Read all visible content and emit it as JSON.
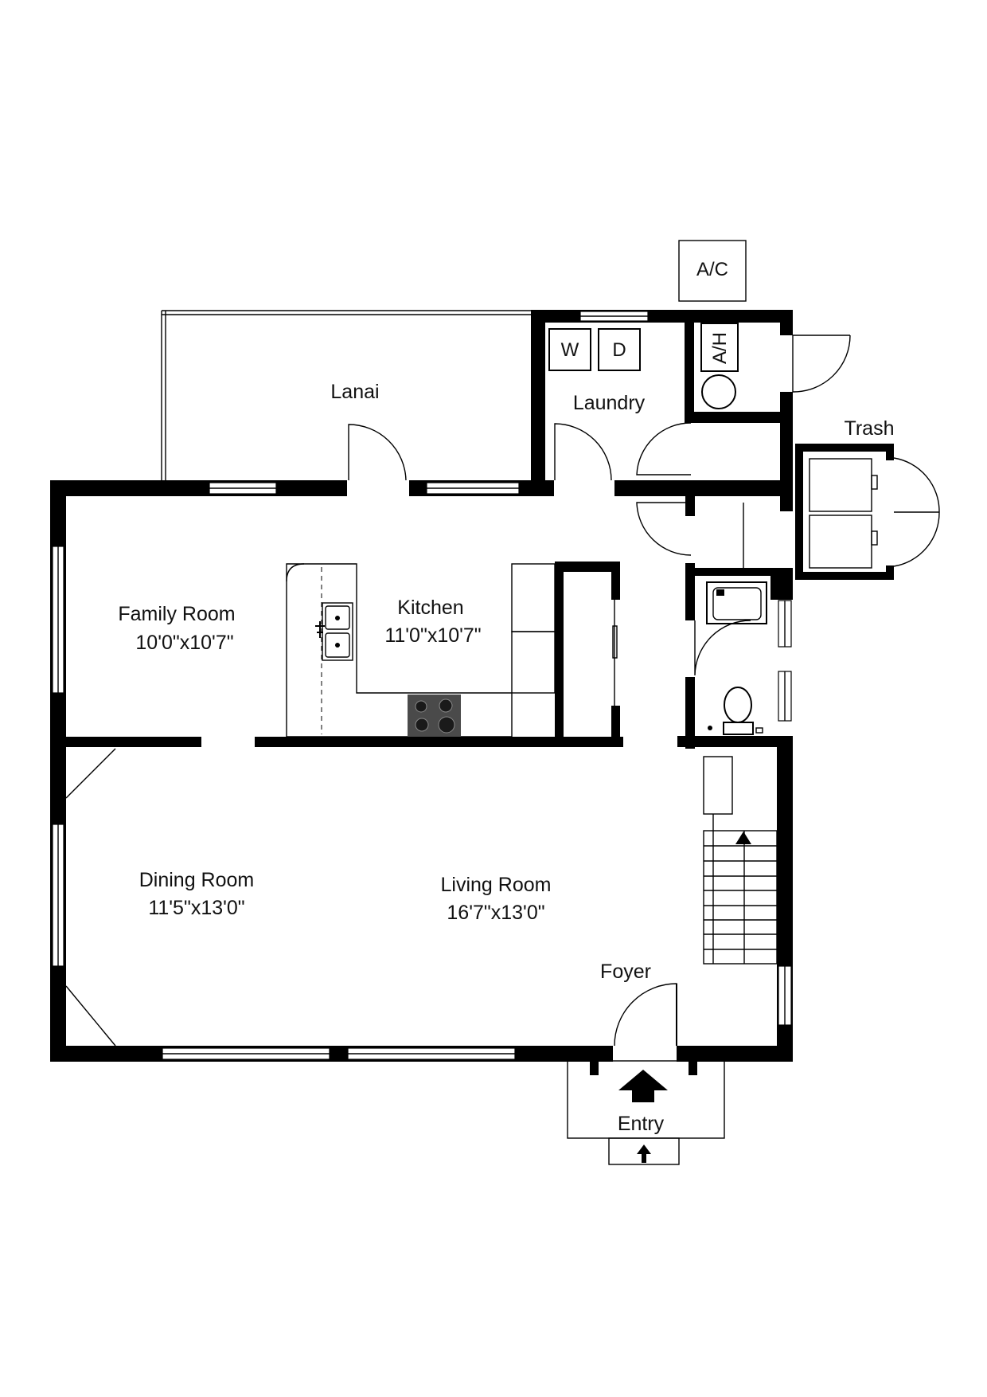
{
  "rooms": {
    "lanai": {
      "name": "Lanai"
    },
    "laundry": {
      "name": "Laundry"
    },
    "trash": {
      "name": "Trash"
    },
    "family_room": {
      "name": "Family Room",
      "size": "10'0\"x10'7\""
    },
    "kitchen": {
      "name": "Kitchen",
      "size": "11'0\"x10'7\""
    },
    "dining_room": {
      "name": "Dining Room",
      "size": "11'5\"x13'0\""
    },
    "living_room": {
      "name": "Living Room",
      "size": "16'7\"x13'0\""
    },
    "foyer": {
      "name": "Foyer"
    },
    "entry": {
      "name": "Entry"
    }
  },
  "appliances": {
    "ac": "A/C",
    "air_handler": "A/H",
    "washer": "W",
    "dryer": "D"
  },
  "colors": {
    "wall": "#000000",
    "background": "#ffffff",
    "cooktop": "#4a4a4a",
    "burner": "#1a1a1a"
  }
}
